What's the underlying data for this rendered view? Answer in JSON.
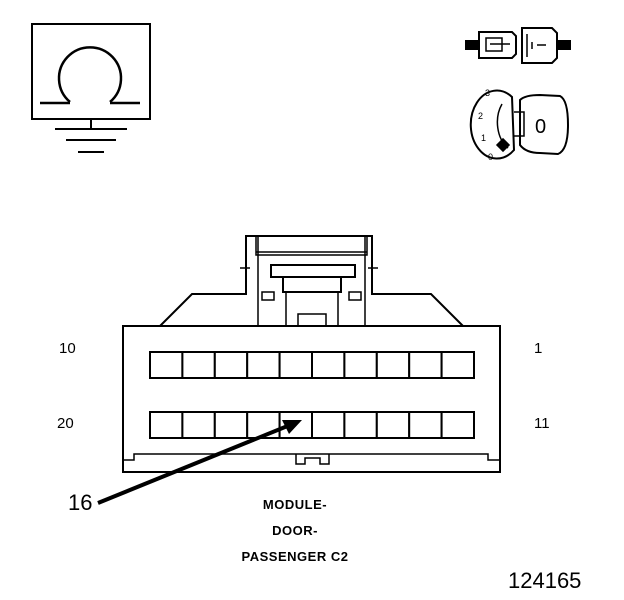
{
  "connector": {
    "pins_top_row": {
      "left_label": "10",
      "right_label": "1",
      "cavity_count": 10
    },
    "pins_bottom_row": {
      "left_label": "20",
      "right_label": "11",
      "cavity_count": 10
    },
    "callout_pin": "16"
  },
  "caption": {
    "line1": "MODULE-",
    "line2": "DOOR-",
    "line3": "PASSENGER C2"
  },
  "figure_number": "124165",
  "ignition_key": {
    "positions": [
      "3",
      "2",
      "1",
      "0"
    ],
    "key_label": "0"
  },
  "icons": [
    "ground-symbol-icon",
    "connector-plug-icon",
    "ignition-key-icon"
  ]
}
